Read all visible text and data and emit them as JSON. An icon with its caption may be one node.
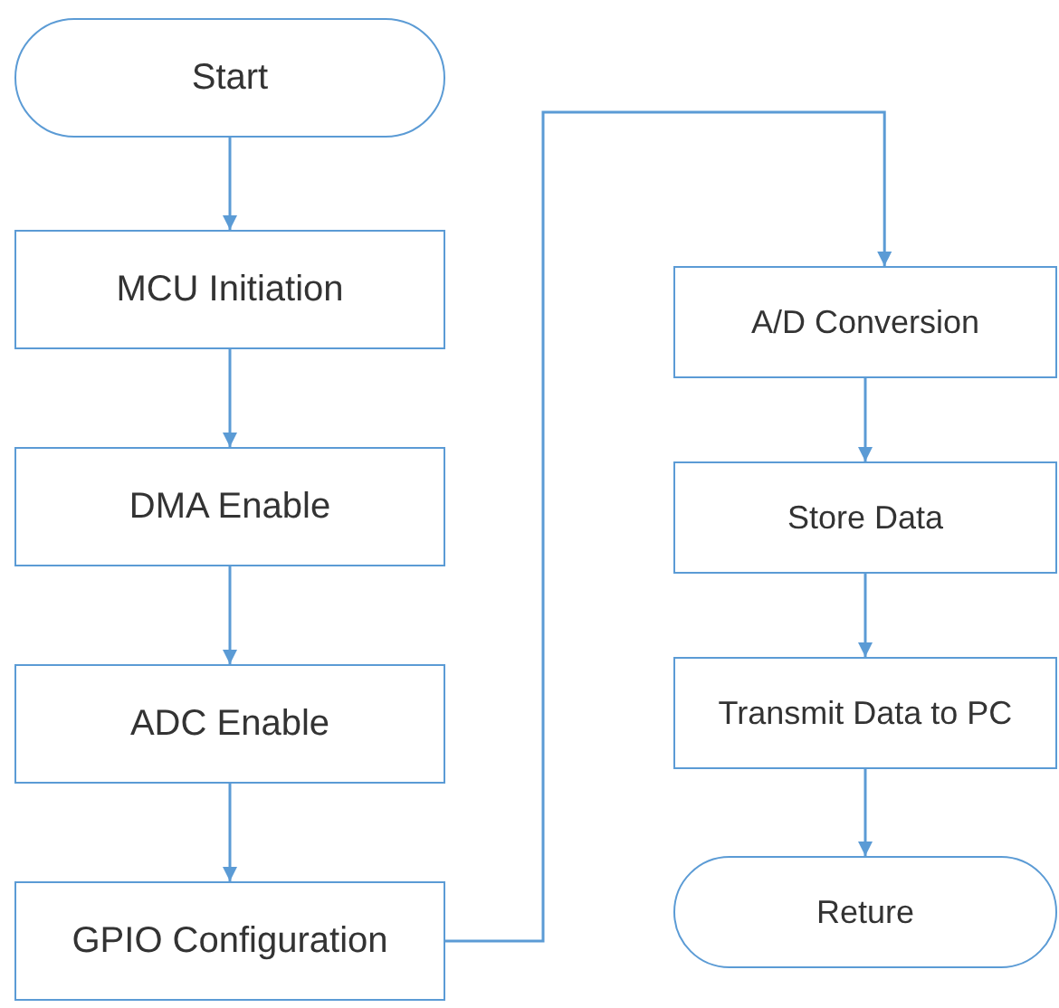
{
  "diagram": {
    "nodes": [
      {
        "text": [
          "Start"
        ]
      },
      {
        "text": [
          "MCU Initiation"
        ]
      },
      {
        "text": [
          "DMA Enable"
        ]
      },
      {
        "text": [
          "ADC Enable"
        ]
      },
      {
        "text": [
          "GPIO Configuration"
        ]
      },
      {
        "text": [
          "A/D Conversion"
        ]
      },
      {
        "text": [
          "Store Data"
        ]
      },
      {
        "text": [
          "Transmit Data to PC"
        ]
      },
      {
        "text": [
          "Reture"
        ]
      }
    ],
    "edges": [
      {
        "from": 0,
        "to": 1,
        "arrow": "to"
      },
      {
        "from": 1,
        "to": 2,
        "arrow": "to"
      },
      {
        "from": 2,
        "to": 3,
        "arrow": "to"
      },
      {
        "from": 3,
        "to": 4,
        "arrow": "to"
      },
      {
        "from": 4,
        "to": 5,
        "arrow": "to"
      },
      {
        "from": 5,
        "to": 6,
        "arrow": "to"
      },
      {
        "from": 6,
        "to": 7,
        "arrow": "to"
      },
      {
        "from": 7,
        "to": 8,
        "arrow": "to"
      }
    ]
  }
}
